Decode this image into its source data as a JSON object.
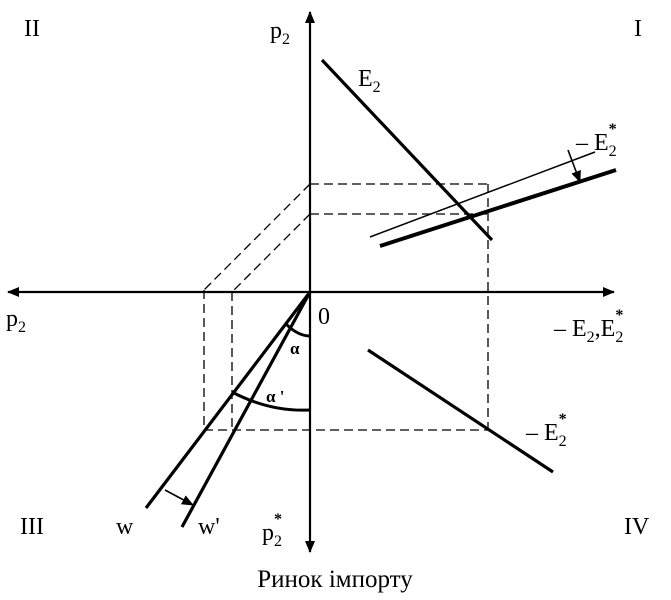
{
  "quadrants": {
    "q1": "I",
    "q2": "II",
    "q3": "III",
    "q4": "IV"
  },
  "origin": "0",
  "axes": {
    "top": {
      "base": "p",
      "sub": "2"
    },
    "left": {
      "base": "p",
      "sub": "2"
    },
    "bottom": {
      "base": "p",
      "sub": "2",
      "sup": "*"
    },
    "right": {
      "prefix": "– E",
      "sub1": "2",
      "mid": ",E",
      "sub2": "2",
      "sup": "*"
    }
  },
  "curves": {
    "e2": {
      "base": "E",
      "sub": "2"
    },
    "e2_star_q1": {
      "prefix": "– E",
      "sub": "2",
      "sup": "*"
    },
    "e2_star_q4": {
      "prefix": "– E",
      "sub": "2",
      "sup": "*"
    },
    "w": "w",
    "w_prime": "w'"
  },
  "angles": {
    "alpha": "α",
    "alpha_prime": "α '"
  },
  "caption": "Ринок імпорту",
  "colors": {
    "ink": "#000000",
    "background": "#ffffff"
  }
}
